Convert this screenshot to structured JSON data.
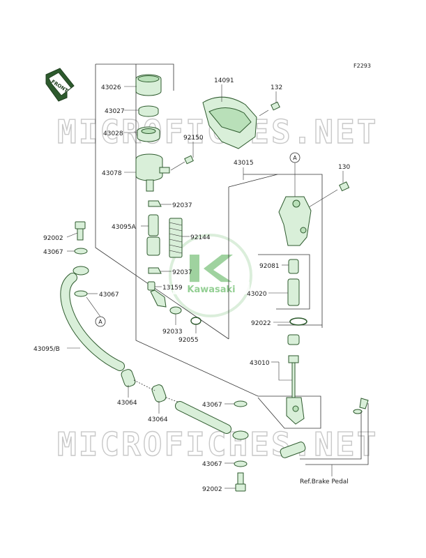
{
  "diagram_code": "F2293",
  "front_label": "FRONT",
  "watermark": "MICROFICHES.NET",
  "logo_text": "Kawasaki",
  "reference_label": "Ref.Brake Pedal",
  "callout_letter": "A",
  "parts": [
    {
      "id": "p43026",
      "number": "43026"
    },
    {
      "id": "p43027",
      "number": "43027"
    },
    {
      "id": "p43028",
      "number": "43028"
    },
    {
      "id": "p43078",
      "number": "43078"
    },
    {
      "id": "p14091",
      "number": "14091"
    },
    {
      "id": "p132",
      "number": "132"
    },
    {
      "id": "p92150",
      "number": "92150"
    },
    {
      "id": "p43015",
      "number": "43015"
    },
    {
      "id": "p130",
      "number": "130"
    },
    {
      "id": "p92037a",
      "number": "92037"
    },
    {
      "id": "p43095a",
      "number": "43095A"
    },
    {
      "id": "p92144",
      "number": "92144"
    },
    {
      "id": "p92037b",
      "number": "92037"
    },
    {
      "id": "p13159",
      "number": "13159"
    },
    {
      "id": "p92033",
      "number": "92033"
    },
    {
      "id": "p92055",
      "number": "92055"
    },
    {
      "id": "p92081",
      "number": "92081"
    },
    {
      "id": "p43020",
      "number": "43020"
    },
    {
      "id": "p92022",
      "number": "92022"
    },
    {
      "id": "p43010",
      "number": "43010"
    },
    {
      "id": "p92002a",
      "number": "92002"
    },
    {
      "id": "p43067a",
      "number": "43067"
    },
    {
      "id": "p43067b",
      "number": "43067"
    },
    {
      "id": "p43095b",
      "number": "43095/B"
    },
    {
      "id": "p43064a",
      "number": "43064"
    },
    {
      "id": "p43064b",
      "number": "43064"
    },
    {
      "id": "p43067c",
      "number": "43067"
    },
    {
      "id": "p43067d",
      "number": "43067"
    },
    {
      "id": "p92002b",
      "number": "92002"
    }
  ]
}
